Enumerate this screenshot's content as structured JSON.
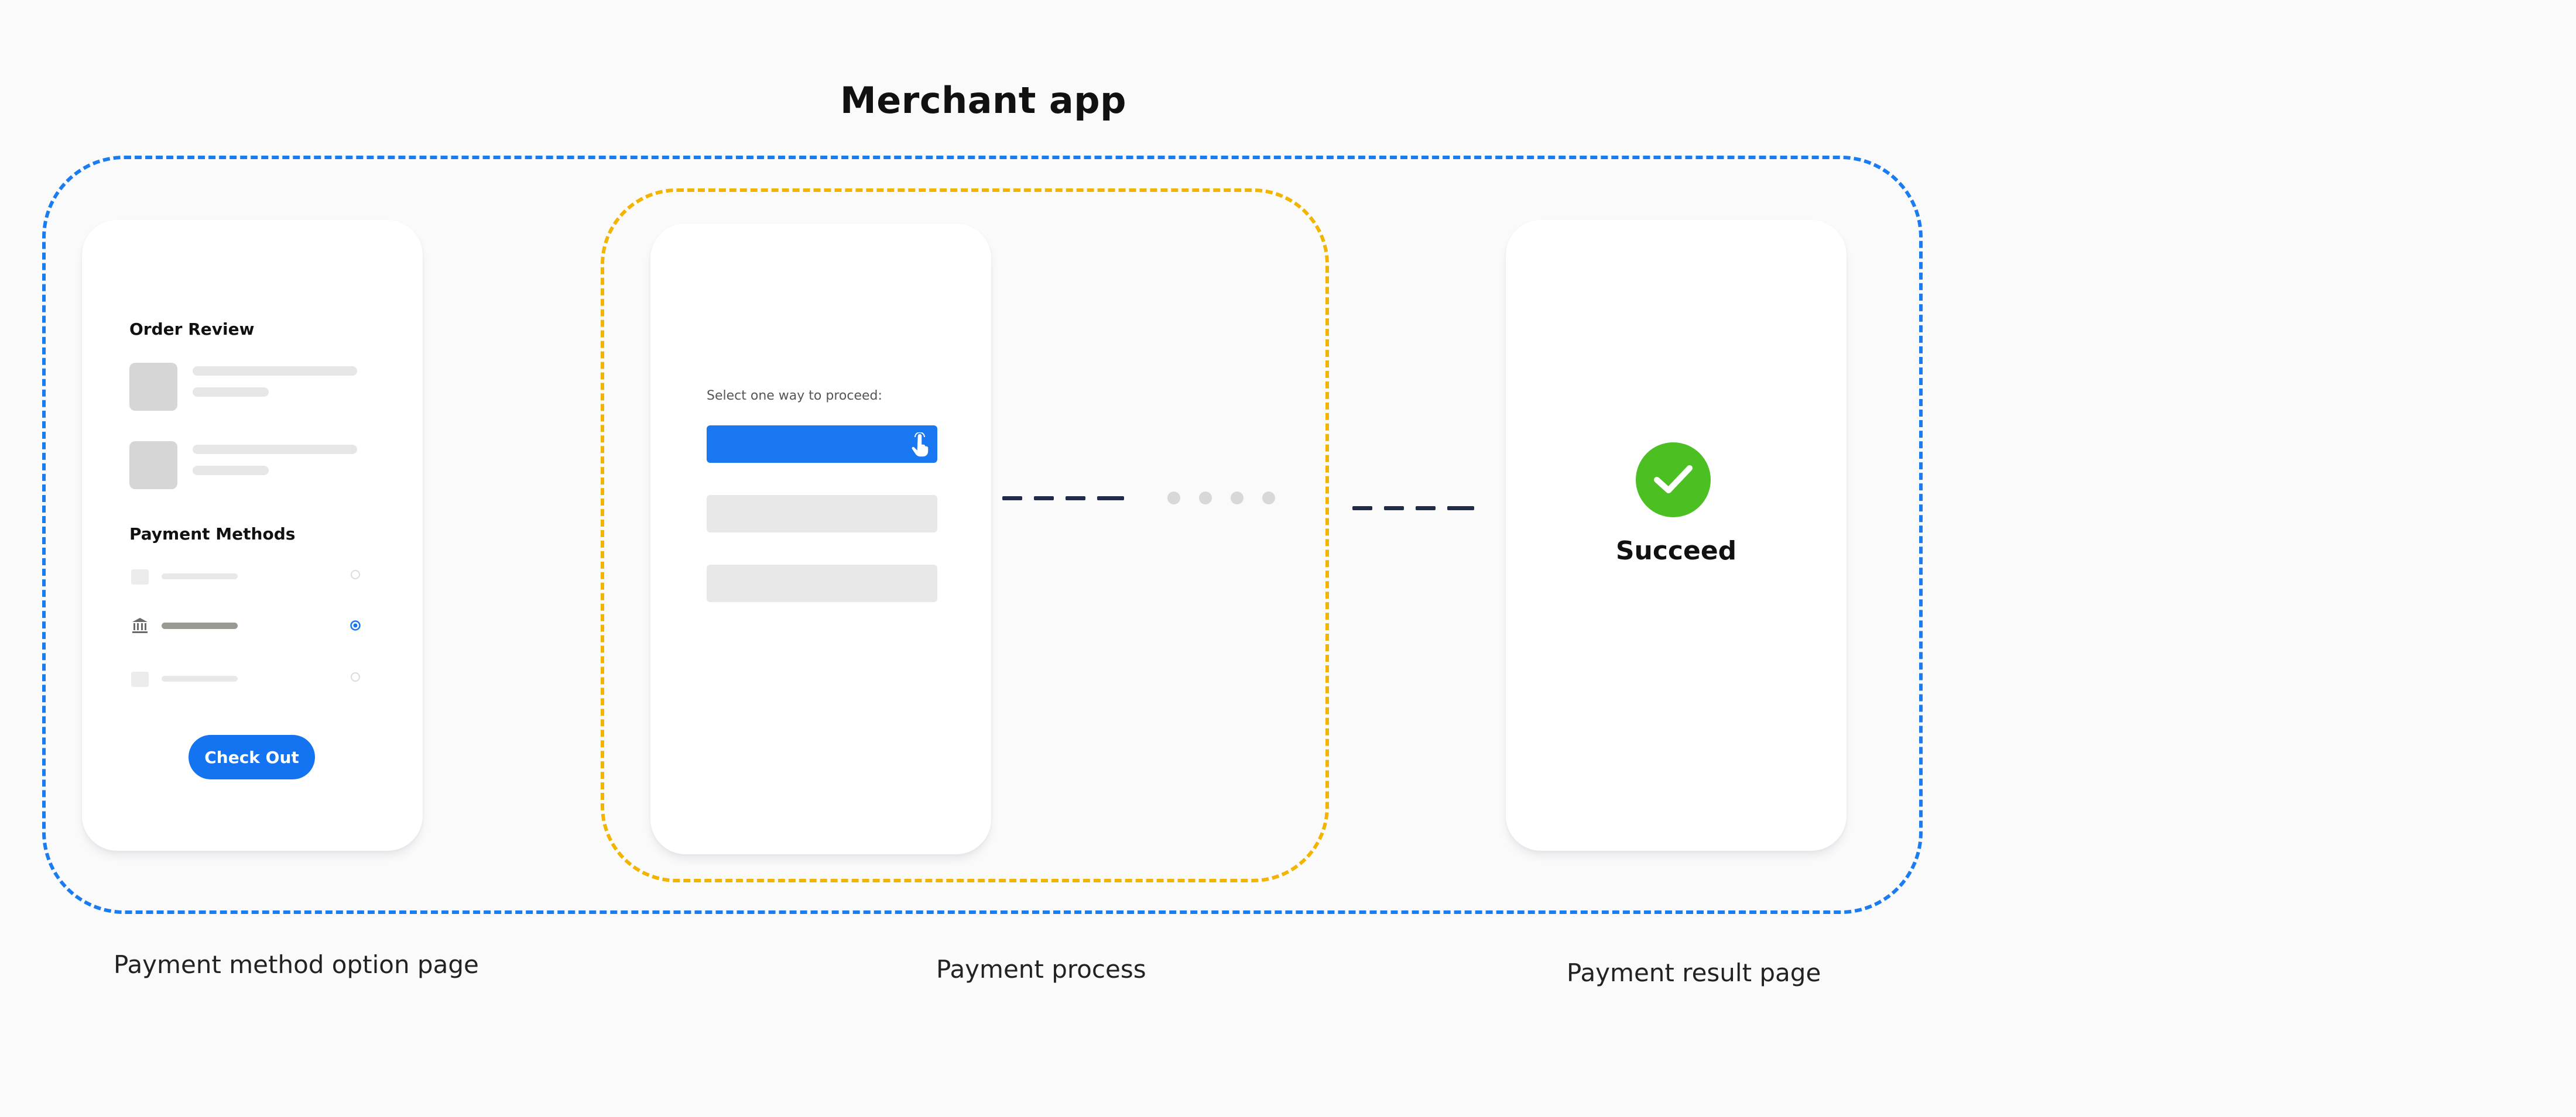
{
  "title": "Merchant app",
  "colors": {
    "outer_frame": "#1a7cf0",
    "process_frame": "#f2b400",
    "primary_button": "#1473f0",
    "success": "#4cbf22",
    "connector": "#1f2b48"
  },
  "option_page": {
    "order_heading": "Order Review",
    "payment_heading": "Payment Methods",
    "checkout_label": "Check Out",
    "selected_method_index": 1,
    "method_icons": [
      "card-icon",
      "bank-icon",
      "card-icon"
    ]
  },
  "process_page": {
    "prompt": "Select one way to proceed:",
    "cursor_icon": "hand-pointer-icon"
  },
  "result_page": {
    "status": "Succeed",
    "status_icon": "checkmark-icon"
  },
  "captions": {
    "option": "Payment method option page",
    "process": "Payment process",
    "result": "Payment result page"
  }
}
